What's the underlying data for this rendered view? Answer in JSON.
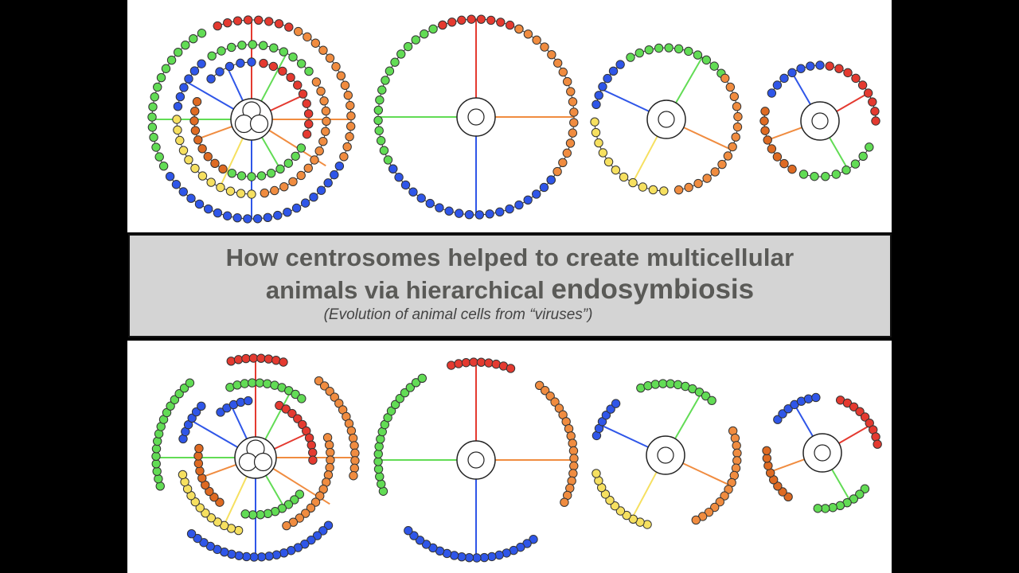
{
  "banner": {
    "title_line1": "How centrosomes helped to create multicellular",
    "title_line2_a": "animals via hierarchical",
    "title_line2_b": "endosymbiosis",
    "subtitle": "(Evolution of animal cells from “viruses”)"
  },
  "colors": {
    "red": "#e43a30",
    "orange": "#f08c40",
    "darkorange": "#de6a22",
    "blue": "#2f56e8",
    "green": "#62dc55",
    "teal": "#6fe09a",
    "yellow": "#f6e060",
    "background": "#000000",
    "banner": "#d4d4d4"
  }
}
